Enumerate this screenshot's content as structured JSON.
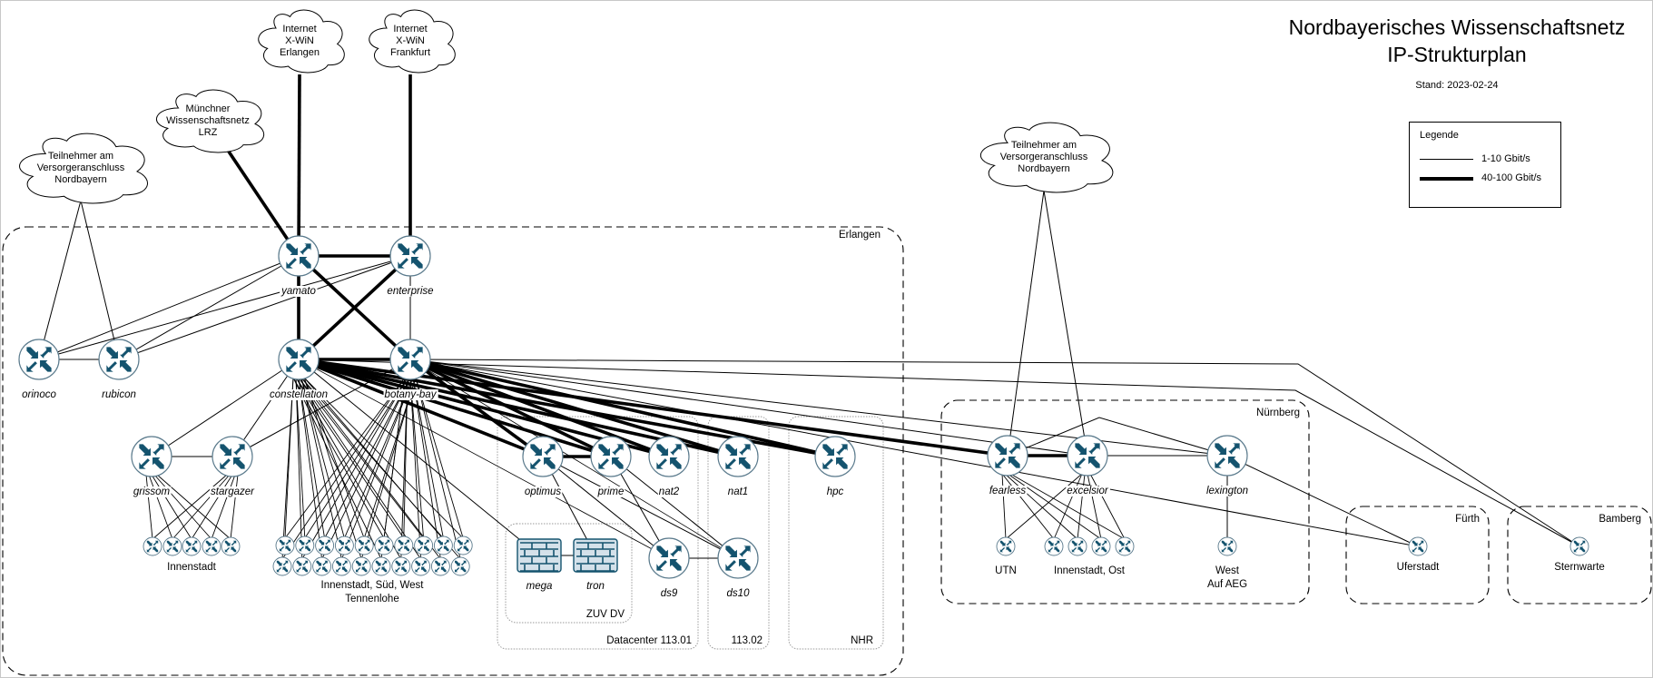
{
  "header": {
    "title_line1": "Nordbayerisches Wissenschaftsnetz",
    "title_line2": "IP-Strukturplan",
    "stand": "Stand: 2023-02-24"
  },
  "legend": {
    "title": "Legende",
    "items": [
      {
        "label": "1-10 Gbit/s",
        "style": "thin"
      },
      {
        "label": "40-100 Gbit/s",
        "style": "thick"
      }
    ]
  },
  "colors": {
    "router_icon": "#14536e",
    "router_ring": "#5a7a8c",
    "firewall_fill": "#d4e1ea",
    "line": "#000000",
    "region_dash": "#000000"
  },
  "regions": [
    {
      "id": "erlangen",
      "label": "Erlangen",
      "style": "dashed"
    },
    {
      "id": "nuernberg",
      "label": "Nürnberg",
      "style": "dashed"
    },
    {
      "id": "fuerth",
      "label": "Fürth",
      "style": "dashed"
    },
    {
      "id": "bamberg",
      "label": "Bamberg",
      "style": "dashed"
    },
    {
      "id": "datacenter",
      "label": "Datacenter 113.01",
      "style": "dotted"
    },
    {
      "id": "dc11302",
      "label": "113.02",
      "style": "dotted"
    },
    {
      "id": "nhr",
      "label": "NHR",
      "style": "dotted"
    },
    {
      "id": "zuvdv",
      "label": "ZUV DV",
      "style": "dotted"
    }
  ],
  "clouds": [
    {
      "id": "xwin-erlangen",
      "lines": [
        "Internet",
        "X-WiN",
        "Erlangen"
      ]
    },
    {
      "id": "xwin-frankfurt",
      "lines": [
        "Internet",
        "X-WiN",
        "Frankfurt"
      ]
    },
    {
      "id": "lrz",
      "lines": [
        "Münchner",
        "Wissenschaftsnetz",
        "LRZ"
      ]
    },
    {
      "id": "vsa-left",
      "lines": [
        "Teilnehmer am",
        "Versorgeranschluss",
        "Nordbayern"
      ]
    },
    {
      "id": "vsa-right",
      "lines": [
        "Teilnehmer am",
        "Versorgeranschluss",
        "Nordbayern"
      ]
    }
  ],
  "routers": [
    {
      "id": "yamato",
      "label": "yamato"
    },
    {
      "id": "enterprise",
      "label": "enterprise"
    },
    {
      "id": "constellation",
      "label": "constellation"
    },
    {
      "id": "botany-bay",
      "label": "botany-bay"
    },
    {
      "id": "orinoco",
      "label": "orinoco"
    },
    {
      "id": "rubicon",
      "label": "rubicon"
    },
    {
      "id": "grissom",
      "label": "grissom"
    },
    {
      "id": "stargazer",
      "label": "stargazer"
    },
    {
      "id": "optimus",
      "label": "optimus"
    },
    {
      "id": "prime",
      "label": "prime"
    },
    {
      "id": "nat2",
      "label": "nat2"
    },
    {
      "id": "nat1",
      "label": "nat1"
    },
    {
      "id": "hpc",
      "label": "hpc"
    },
    {
      "id": "ds9",
      "label": "ds9"
    },
    {
      "id": "ds10",
      "label": "ds10"
    },
    {
      "id": "fearless",
      "label": "fearless"
    },
    {
      "id": "excelsior",
      "label": "excelsior"
    },
    {
      "id": "lexington",
      "label": "lexington"
    }
  ],
  "firewalls": [
    {
      "id": "mega",
      "label": "mega"
    },
    {
      "id": "tron",
      "label": "tron"
    }
  ],
  "access_groups": [
    {
      "id": "innenstadt",
      "lines": [
        "Innenstadt"
      ],
      "count": 5
    },
    {
      "id": "innenstadt-sued-west",
      "lines": [
        "Innenstadt, Süd, West",
        "Tennenlohe"
      ],
      "count": 20
    },
    {
      "id": "utn",
      "lines": [
        "UTN"
      ],
      "count": 1
    },
    {
      "id": "innenstadt-ost",
      "lines": [
        "Innenstadt, Ost"
      ],
      "count": 4
    },
    {
      "id": "west-aeg",
      "lines": [
        "West",
        "Auf AEG"
      ],
      "count": 1
    },
    {
      "id": "uferstadt",
      "lines": [
        "Uferstadt"
      ],
      "count": 1
    },
    {
      "id": "sternwarte",
      "lines": [
        "Sternwarte"
      ],
      "count": 1
    }
  ],
  "links": [
    {
      "a": "xwin-erlangen",
      "b": "yamato",
      "speed": "thick"
    },
    {
      "a": "xwin-frankfurt",
      "b": "enterprise",
      "speed": "thick"
    },
    {
      "a": "lrz",
      "b": "yamato",
      "speed": "thick"
    },
    {
      "a": "yamato",
      "b": "enterprise",
      "speed": "thick"
    },
    {
      "a": "yamato",
      "b": "constellation",
      "speed": "thick"
    },
    {
      "a": "yamato",
      "b": "botany-bay",
      "speed": "thick"
    },
    {
      "a": "enterprise",
      "b": "constellation",
      "speed": "thick"
    },
    {
      "a": "enterprise",
      "b": "botany-bay",
      "speed": "thin"
    },
    {
      "a": "constellation",
      "b": "botany-bay",
      "speed": "thick"
    },
    {
      "a": "vsa-left",
      "b": "orinoco",
      "speed": "thin"
    },
    {
      "a": "vsa-left",
      "b": "rubicon",
      "speed": "thin"
    },
    {
      "a": "orinoco",
      "b": "rubicon",
      "speed": "thin"
    },
    {
      "a": "orinoco",
      "b": "yamato",
      "speed": "thin"
    },
    {
      "a": "orinoco",
      "b": "enterprise",
      "speed": "thin"
    },
    {
      "a": "rubicon",
      "b": "yamato",
      "speed": "thin"
    },
    {
      "a": "rubicon",
      "b": "enterprise",
      "speed": "thin"
    },
    {
      "a": "grissom",
      "b": "stargazer",
      "speed": "thin"
    },
    {
      "a": "grissom",
      "b": "constellation",
      "speed": "thin"
    },
    {
      "a": "stargazer",
      "b": "constellation",
      "speed": "thin"
    },
    {
      "a": "stargazer",
      "b": "botany-bay",
      "speed": "thin"
    },
    {
      "a": "constellation",
      "b": "optimus",
      "speed": "thick"
    },
    {
      "a": "constellation",
      "b": "prime",
      "speed": "thick"
    },
    {
      "a": "constellation",
      "b": "nat2",
      "speed": "thick"
    },
    {
      "a": "constellation",
      "b": "nat1",
      "speed": "thick"
    },
    {
      "a": "constellation",
      "b": "hpc",
      "speed": "thick"
    },
    {
      "a": "constellation",
      "b": "fearless",
      "speed": "thick"
    },
    {
      "a": "constellation",
      "b": "mega",
      "speed": "thin"
    },
    {
      "a": "botany-bay",
      "b": "optimus",
      "speed": "thick"
    },
    {
      "a": "botany-bay",
      "b": "prime",
      "speed": "thick"
    },
    {
      "a": "botany-bay",
      "b": "nat2",
      "speed": "thick"
    },
    {
      "a": "botany-bay",
      "b": "nat1",
      "speed": "thick"
    },
    {
      "a": "botany-bay",
      "b": "hpc",
      "speed": "thick"
    },
    {
      "a": "botany-bay",
      "b": "excelsior",
      "speed": "thin"
    },
    {
      "a": "botany-bay",
      "b": "lexington",
      "speed": "thin"
    },
    {
      "a": "botany-bay",
      "b": "uferstadt",
      "speed": "thin"
    },
    {
      "a": "botany-bay",
      "b": "sternwarte",
      "speed": "thin"
    },
    {
      "a": "constellation",
      "b": "sternwarte",
      "speed": "thin"
    },
    {
      "a": "optimus",
      "b": "prime",
      "speed": "thick"
    },
    {
      "a": "optimus",
      "b": "tron",
      "speed": "thin"
    },
    {
      "a": "optimus",
      "b": "ds9",
      "speed": "thin"
    },
    {
      "a": "optimus",
      "b": "ds10",
      "speed": "thin"
    },
    {
      "a": "prime",
      "b": "ds9",
      "speed": "thin"
    },
    {
      "a": "prime",
      "b": "ds10",
      "speed": "thin"
    },
    {
      "a": "mega",
      "b": "tron",
      "speed": "thin"
    },
    {
      "a": "ds9",
      "b": "ds10",
      "speed": "thin"
    },
    {
      "a": "vsa-right",
      "b": "fearless",
      "speed": "thin"
    },
    {
      "a": "vsa-right",
      "b": "excelsior",
      "speed": "thin"
    },
    {
      "a": "fearless",
      "b": "excelsior",
      "speed": "thick"
    },
    {
      "a": "fearless",
      "b": "lexington",
      "speed": "thin"
    },
    {
      "a": "excelsior",
      "b": "lexington",
      "speed": "thin"
    },
    {
      "a": "lexington",
      "b": "west-aeg",
      "speed": "thin"
    },
    {
      "a": "lexington",
      "b": "uferstadt",
      "speed": "thin"
    }
  ]
}
